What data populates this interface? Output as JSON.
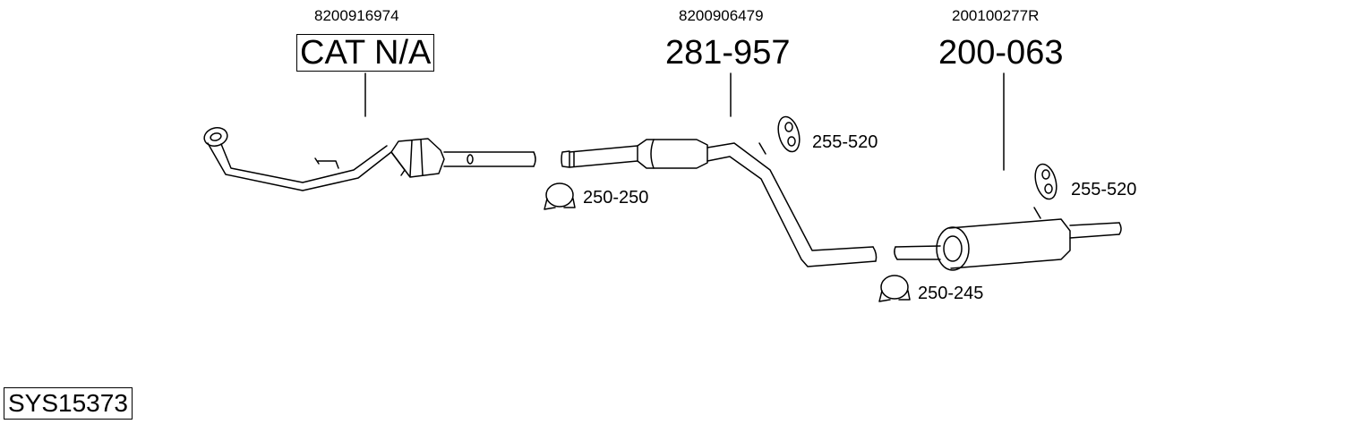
{
  "system_code": "SYS15373",
  "parts": [
    {
      "oem": "8200916974",
      "part_no": "CAT N/A"
    },
    {
      "oem": "8200906479",
      "part_no": "281-957"
    },
    {
      "oem": "200100277R",
      "part_no": "200-063"
    }
  ],
  "accessories": [
    {
      "part_no": "250-250",
      "icon": "clamp-icon"
    },
    {
      "part_no": "255-520",
      "icon": "rubber-hanger-icon"
    },
    {
      "part_no": "255-520",
      "icon": "rubber-hanger-icon"
    },
    {
      "part_no": "250-245",
      "icon": "clamp-icon"
    }
  ]
}
